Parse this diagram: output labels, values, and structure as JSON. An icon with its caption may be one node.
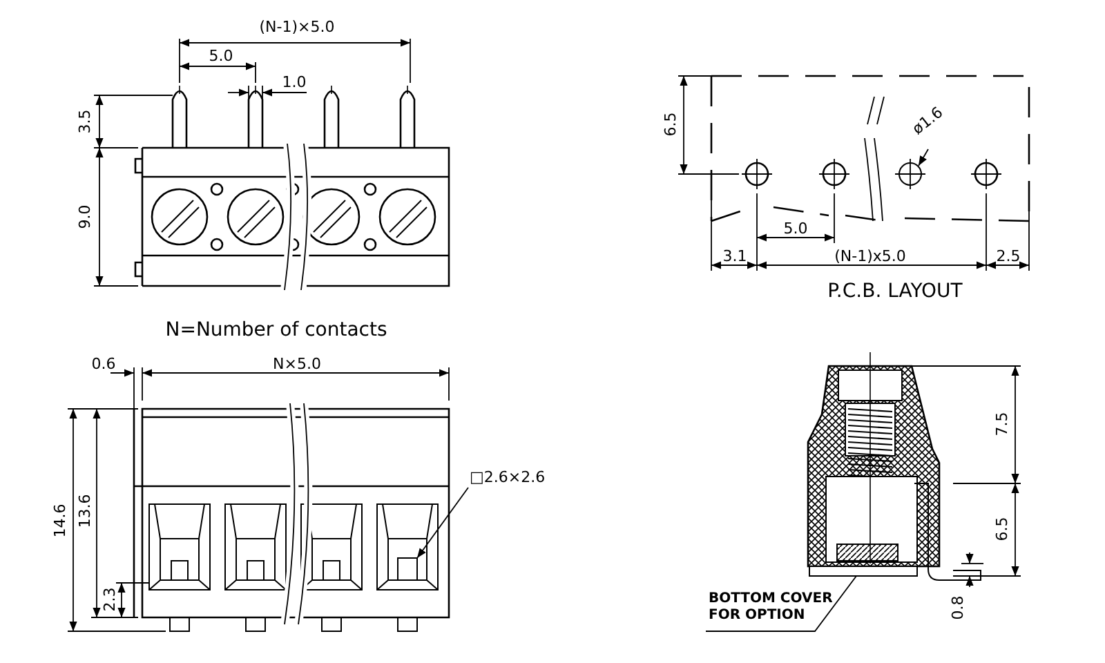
{
  "diagram": {
    "nodes": [
      {
        "text": [
          "□2.6×2.6"
        ]
      },
      {
        "text": [],
        "shape": "box"
      },
      {
        "text": [
          "ø1.6"
        ]
      },
      {
        "text": [],
        "shape": "circle"
      },
      {
        "text": [
          "BOTTOM COVER FOR OPTION"
        ]
      },
      {
        "text": [],
        "shape": "bar"
      }
    ],
    "edges": [
      {
        "from": 0,
        "to": 1,
        "arrow": "to"
      },
      {
        "from": 2,
        "to": 3,
        "arrow": "to"
      },
      {
        "from": 4,
        "to": 5,
        "arrow": "none"
      }
    ],
    "labels": [
      "(N-1)×5.0",
      "5.0",
      "1.0",
      "3.5",
      "9.0",
      "N=Number of contacts",
      "6.5",
      "5.0",
      "3.1",
      "(N-1)x5.0",
      "2.5",
      "P.C.B. LAYOUT",
      "0.6",
      "N×5.0",
      "14.6",
      "13.6",
      "2.3",
      "7.5",
      "6.5",
      "0.8"
    ]
  }
}
